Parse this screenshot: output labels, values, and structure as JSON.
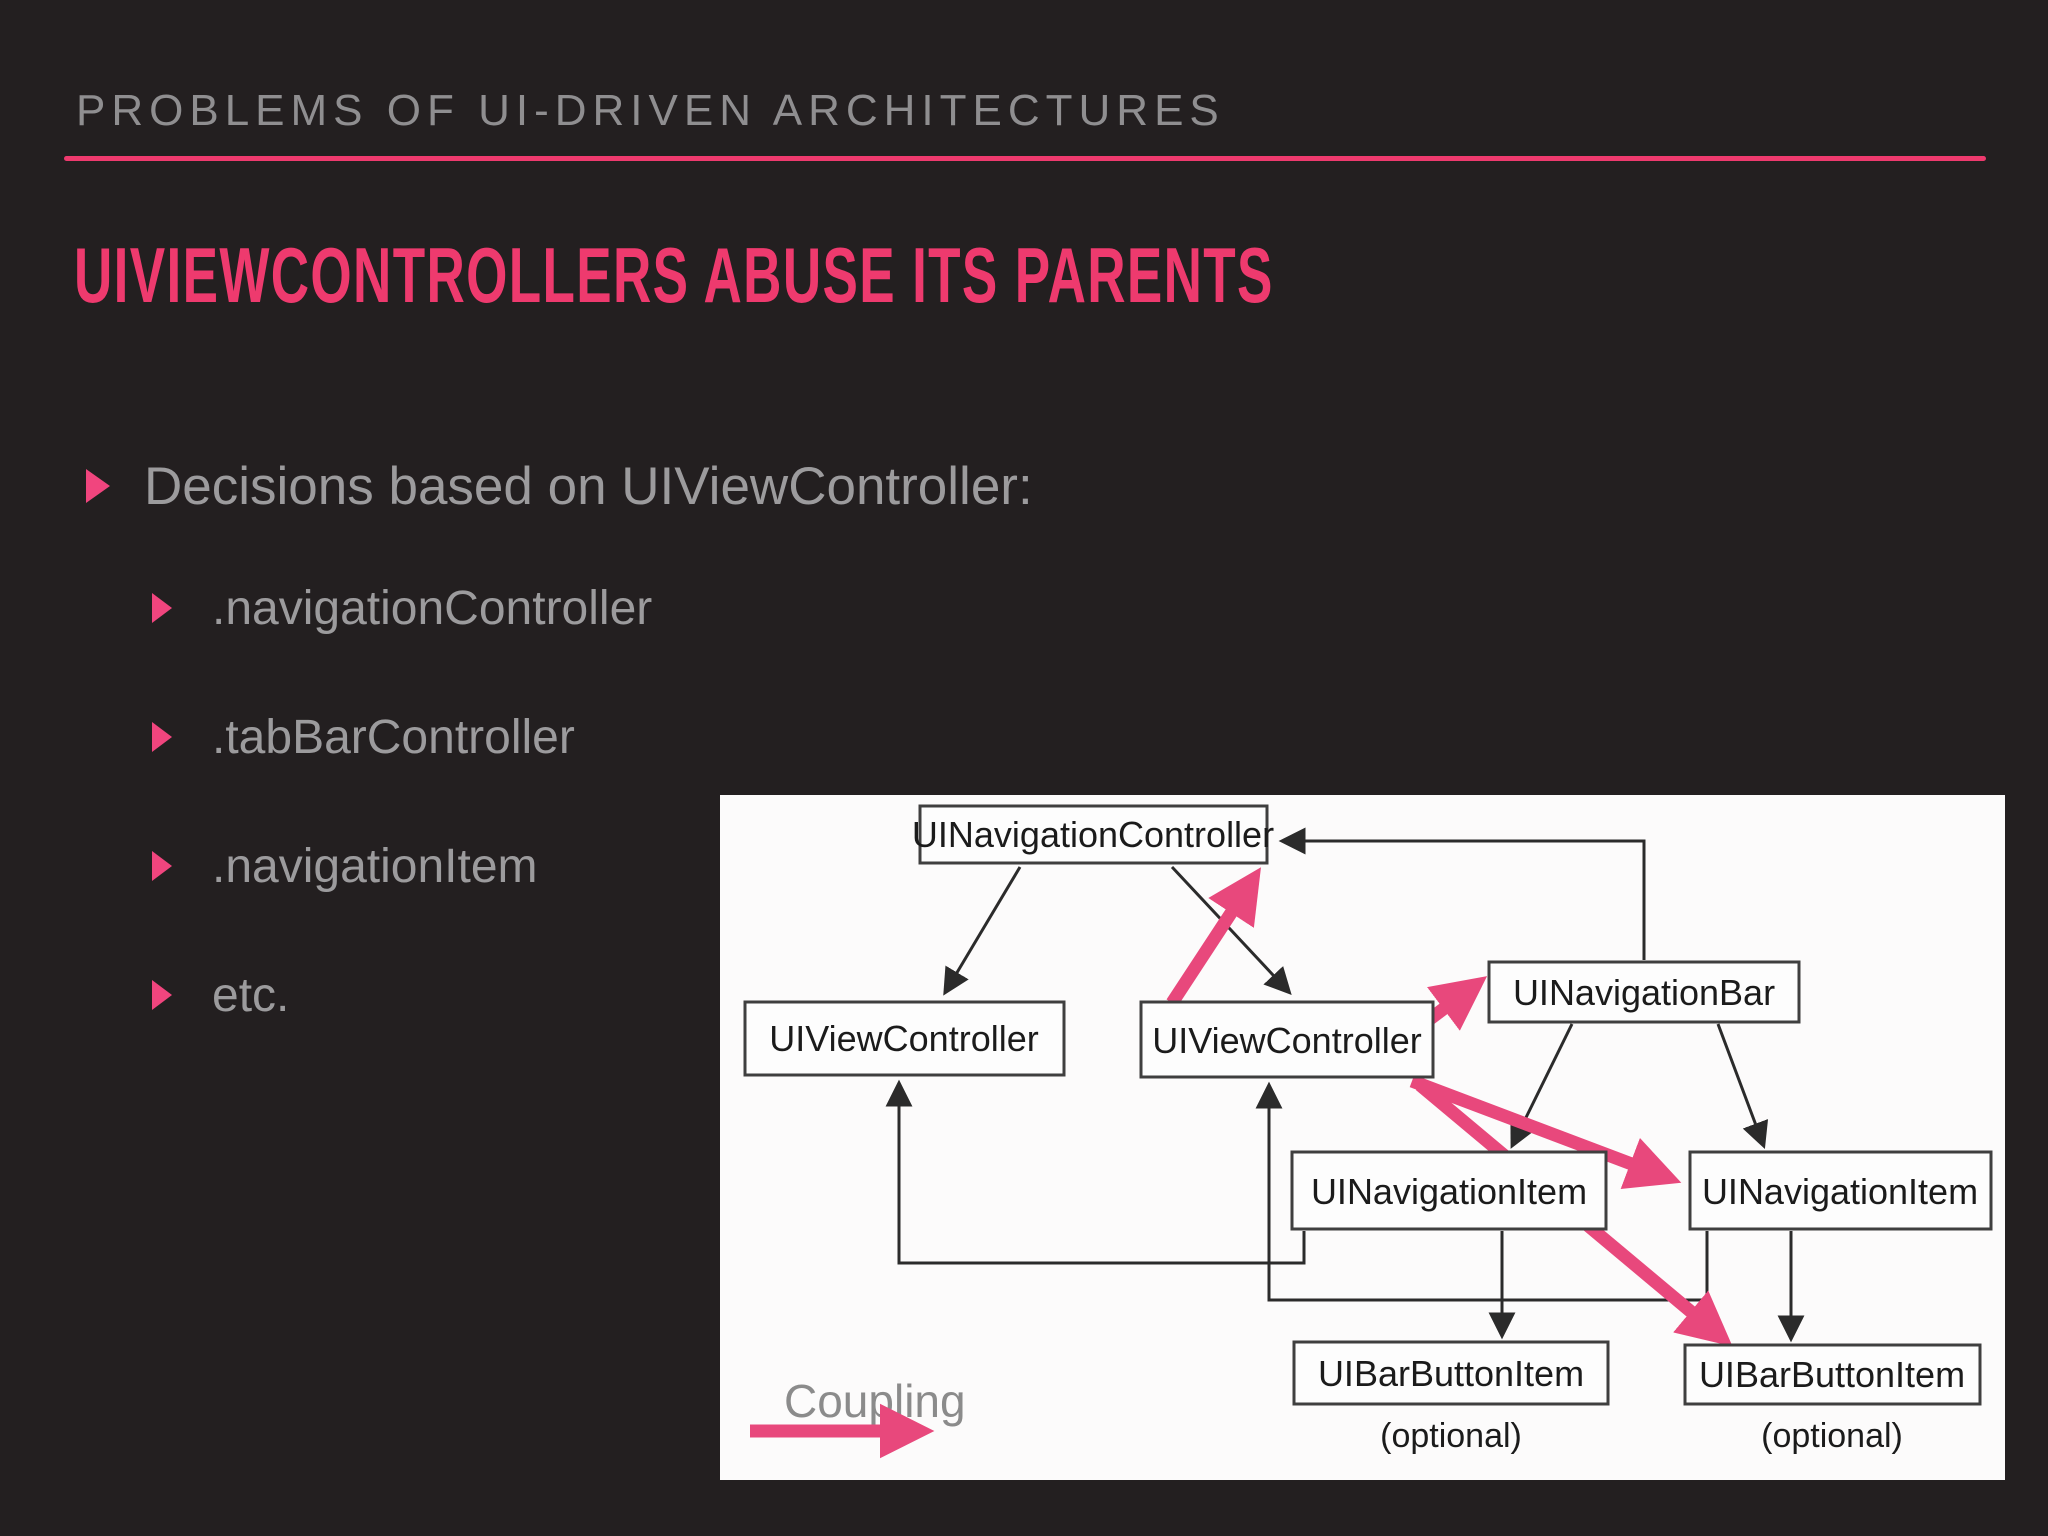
{
  "slide": {
    "background": "#231f20",
    "accent": "#ee3a6e",
    "bullet_marker_color": "#f1457e",
    "kicker": "PROBLEMS OF UI-DRIVEN ARCHITECTURES",
    "title": "UIVIEWCONTROLLERS ABUSE ITS PARENTS",
    "bullet": "Decisions based on UIViewController:",
    "sub_bullets": [
      ".navigationController",
      ".tabBarController",
      ".navigationItem",
      "etc."
    ]
  },
  "diagram": {
    "panel_bg": "#fcfbfb",
    "coupling_color": "#e8487c",
    "connector_color": "#2b2b2b",
    "legend_label": "Coupling",
    "nodes": [
      {
        "id": "navigation-controller",
        "label": "UINavigationController"
      },
      {
        "id": "view-controller-left",
        "label": "UIViewController"
      },
      {
        "id": "view-controller-center",
        "label": "UIViewController"
      },
      {
        "id": "navigation-bar",
        "label": "UINavigationBar"
      },
      {
        "id": "navigation-item-left",
        "label": "UINavigationItem"
      },
      {
        "id": "navigation-item-right",
        "label": "UINavigationItem"
      },
      {
        "id": "bar-button-item-left",
        "label": "UIBarButtonItem",
        "note": "(optional)"
      },
      {
        "id": "bar-button-item-right",
        "label": "UIBarButtonItem",
        "note": "(optional)"
      }
    ]
  }
}
